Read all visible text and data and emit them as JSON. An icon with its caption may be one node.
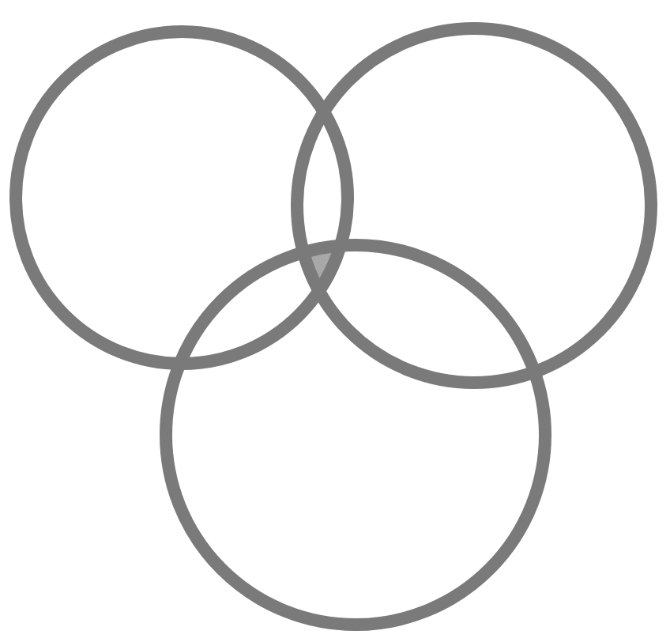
{
  "diagram": {
    "nodes": [
      {
        "text": [],
        "shape": "circle"
      },
      {
        "text": [],
        "shape": "circle"
      },
      {
        "text": [],
        "shape": "circle"
      },
      {
        "text": [],
        "shape": "triangle"
      }
    ]
  }
}
